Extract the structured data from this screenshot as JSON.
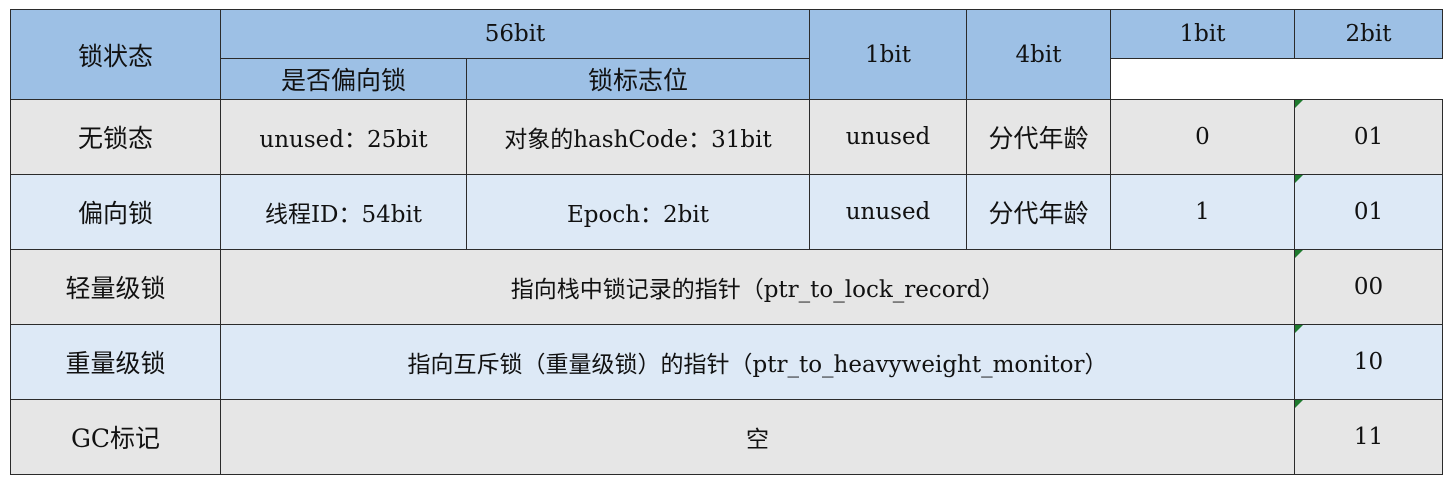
{
  "header": {
    "state": "锁状态",
    "bits56": "56bit",
    "bit1_a": "1bit",
    "bits4": "4bit",
    "bit1_b": "1bit",
    "bits2": "2bit",
    "biased_flag": "是否偏向锁",
    "lock_flag": "锁标志位"
  },
  "rows": [
    {
      "state": "无锁态",
      "cell_a": "unused：25bit",
      "cell_b": "对象的hashCode：31bit",
      "cell_c": "unused",
      "age": "分代年龄",
      "biased": "0",
      "flag": "01"
    },
    {
      "state": "偏向锁",
      "cell_a": "线程ID：54bit",
      "cell_b": "Epoch：2bit",
      "cell_c": "unused",
      "age": "分代年龄",
      "biased": "1",
      "flag": "01"
    },
    {
      "state": "轻量级锁",
      "content": "指向栈中锁记录的指针（ptr_to_lock_record）",
      "flag": "00"
    },
    {
      "state": "重量级锁",
      "content": "指向互斥锁（重量级锁）的指针（ptr_to_heavyweight_monitor）",
      "flag": "10"
    },
    {
      "state": "GC标记",
      "content": "空",
      "flag": "11"
    }
  ],
  "colors": {
    "header_bg": "#9dc0e5",
    "row_grey": "#e6e6e6",
    "row_blue": "#dde9f6",
    "comment_mark": "#1e7a2e"
  }
}
